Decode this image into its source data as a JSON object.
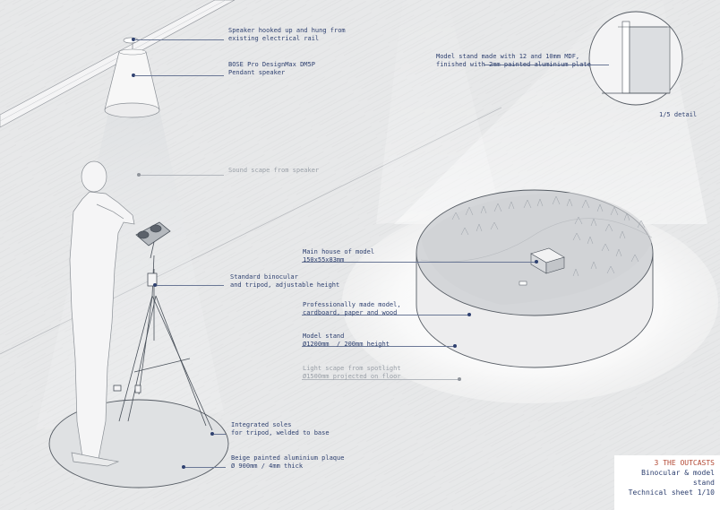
{
  "annotations": {
    "speaker_hook": "Speaker hooked up and hung from\nexisting electrical rail",
    "speaker_model": "BOSE Pro DesignMax DM5P\nPendant speaker",
    "sound_scape": "Sound scape from speaker",
    "binocular": "Standard binocular\nand tripod, adjustable height",
    "soles": "Integrated soles\nfor tripod, welded to base",
    "plaque": "Beige painted aluminium plaque\nØ 900mm / 4mm thick",
    "model_stand_material": "Model stand made with 12 and 10mm MDF,\nfinished with 2mm painted aluminium plate",
    "main_house": "Main house of model\n150x55x83mm",
    "pro_model": "Professionally made model,\ncardboard, paper and wood",
    "model_stand_dims": "Model stand\nØ1200mm  / 200mm height",
    "light_scape": "Light scape from spotlight\nØ1500mm projected on floor"
  },
  "detail_label": "1/5 detail",
  "title_block": {
    "number": "3",
    "project": "THE OUTCASTS",
    "line1": "Binocular & model",
    "line2": "stand",
    "line3_prefix": "Technical sheet ",
    "line3_page": "1/10"
  },
  "colors": {
    "annotation": "#2f4170",
    "annotation_muted": "#9aa0a8",
    "accent_red": "#b34a35",
    "background": "#e9eaeb"
  }
}
